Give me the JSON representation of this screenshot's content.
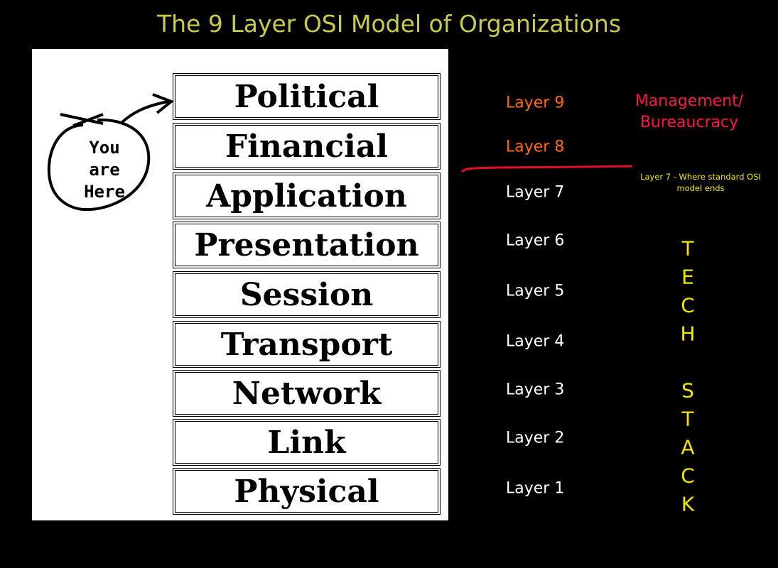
{
  "title": "The 9 Layer OSI Model of Organizations",
  "you_are_here": [
    "You",
    "are",
    "Here"
  ],
  "stack": [
    "Political",
    "Financial",
    "Application",
    "Presentation",
    "Session",
    "Transport",
    "Network",
    "Link",
    "Physical"
  ],
  "layers": [
    "Layer 9",
    "Layer 8",
    "Layer 7",
    "Layer 6",
    "Layer 5",
    "Layer 4",
    "Layer 3",
    "Layer 2",
    "Layer 1"
  ],
  "management": [
    "Management/",
    "Bureaucracy"
  ],
  "standard_note": [
    "Layer 7 - Where standard OSI",
    "model ends"
  ],
  "tech_stack_letters": [
    "T",
    "E",
    "C",
    "H",
    "S",
    "T",
    "A",
    "C",
    "K"
  ],
  "colors": {
    "title": "#c9cc4a",
    "management_layers": "#ff6a10",
    "management": "#ff1744",
    "note": "#f2e600",
    "divider": "#e0102a"
  }
}
